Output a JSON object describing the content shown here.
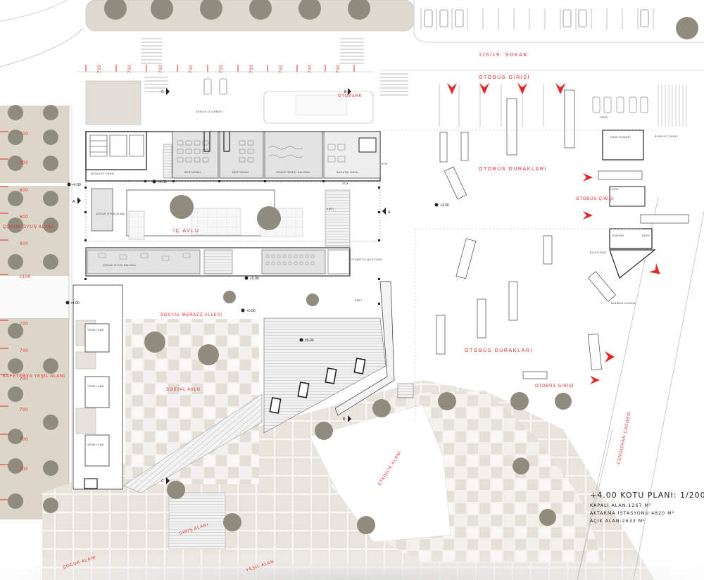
{
  "labels": {
    "street_top": "116/19. SOKAK",
    "bus_entrance_top": "OTOBÜS GİRİŞİ",
    "otopark": "OTOPARK",
    "servis_otoparki": "SERVİS OTOPARKI",
    "bisiklet_parki": "BİSİKLET PARKI",
    "bisiklet_parki_2": "BİSİKLET PARKI",
    "taksi": "TAKSİ",
    "taksi_duragi": "TAKSİ DURAĞI",
    "bus_stops_1": "OTOBÜS DURAKLARI",
    "bus_exit": "OTOBÜS ÇIKIŞI",
    "bus_stops_2": "OTOBÜS DURAKLARI",
    "bus_entrance_bottom": "OTOBÜS GİRİŞİ",
    "minibus_duragi": "MİNİBÜS DURAĞI",
    "cengizhan": "CENGİZHAN CADDESİ",
    "cocuk_oyun_alani_side": "ÇOCUK OYUN ALANI",
    "kafeterya": "KAFETERYA YEŞİL ALANI",
    "ic_avlu": "İÇ AVLU",
    "sosyal_merkez": "SOSYAL MERKEZ ALLESİ",
    "sosyal_avlu": "SOSYAL AVLU",
    "etkinlik": "ETKİNLİK ALANI",
    "restoran_1": "RESTORAN",
    "restoran_2": "RESTORAN",
    "gecici_sergi": "GEÇİCİ SERGİ SALONU",
    "sanatci": "SANATÇI DÜKK.",
    "cocuk_oyun_alani_in": "ÇOCUK OYUN ALANI",
    "cocuk_oyun_salonu": "ÇOCUK OYUN SALONU",
    "otomotiv": "OTOMOTİV BİLETLERİ",
    "yeme_icme": "YEME İÇME",
    "amfi": "AMFİ",
    "atm": "ATM",
    "kiosk": "KİOSK",
    "biletleme": "BİLETLEME",
    "emanet": "EMANET",
    "bufe": "BÜFE",
    "dis_alan_1": "ÇOCUK ALANI",
    "dis_alan_2": "YEŞİL ALAN",
    "temiz_alan": "GİRİŞ ALANI"
  },
  "dims": {
    "top": [
      "700",
      "700",
      "700",
      "700",
      "700",
      "700",
      "700",
      "700",
      "700"
    ],
    "left": [
      "700",
      "700",
      "600",
      "600",
      "600",
      "1100",
      "700",
      "700",
      "700",
      "700",
      "700",
      "700"
    ]
  },
  "levels": {
    "l1": "+4.00",
    "l2": "+4.00",
    "l3": "+4.00",
    "l4": "+5.00",
    "l5": "+0.00",
    "l6": "+3.00",
    "l7": "±0.00"
  },
  "sections": {
    "a": "A",
    "b": "B",
    "c": "C"
  },
  "legend": {
    "title": "+4.00 KOTU PLANI: 1/200",
    "kapali": "KAPALI ALAN:1267 M²",
    "aktarma": "AKTARMA İSTASYONU:4820 M²",
    "acik": "AÇIK ALAN:2633 M²"
  },
  "colors": {
    "accent": "#e3262a",
    "pave_beige": "#e7e3db",
    "tree": "#8f8c7e",
    "room_gray": "#dcdcdc",
    "grass": "#dcd6c8"
  }
}
